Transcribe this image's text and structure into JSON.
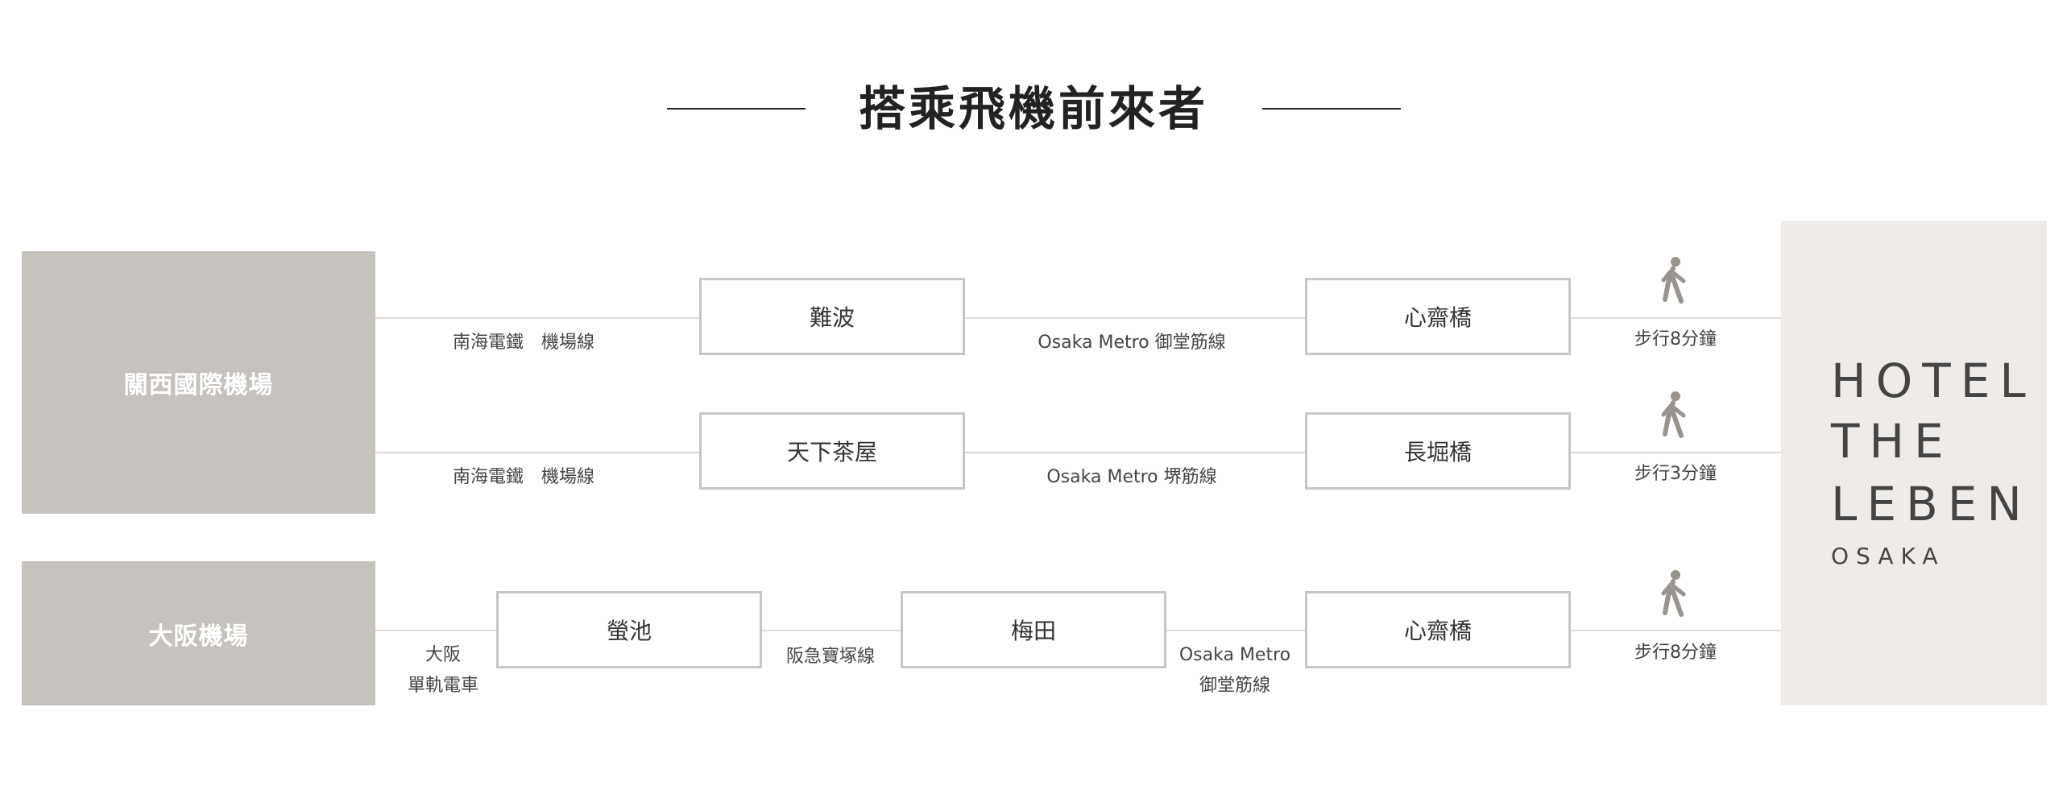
{
  "title": "搭乘飛機前來者",
  "origins": {
    "kansai": "關西國際機場",
    "osaka": "大阪機場"
  },
  "hotel": {
    "line1": "HOTEL",
    "line2": "THE",
    "line3": "LEBEN",
    "line4": "OSAKA"
  },
  "routes": [
    {
      "line_a": "南海電鐵　機場線",
      "station_a": "難波",
      "line_b": "Osaka Metro 御堂筋線",
      "station_b": "心齋橋",
      "walk": "步行8分鐘"
    },
    {
      "line_a": "南海電鐵　機場線",
      "station_a": "天下茶屋",
      "line_b": "Osaka Metro 堺筋線",
      "station_b": "長堀橋",
      "walk": "步行3分鐘"
    },
    {
      "line_a_1": "大阪",
      "line_a_2": "單軌電車",
      "station_a": "螢池",
      "line_b": "阪急寶塚線",
      "station_b": "梅田",
      "line_c_1": "Osaka Metro",
      "line_c_2": "御堂筋線",
      "station_c": "心齋橋",
      "walk": "步行8分鐘"
    }
  ],
  "icons": {
    "walk": "walking-person-icon"
  },
  "colors": {
    "origin_bg": "#c6c2be",
    "hotel_bg": "#eeebe8",
    "station_border": "#c9c6c2",
    "connector": "#dddad6",
    "walk_icon": "#9a948e"
  }
}
